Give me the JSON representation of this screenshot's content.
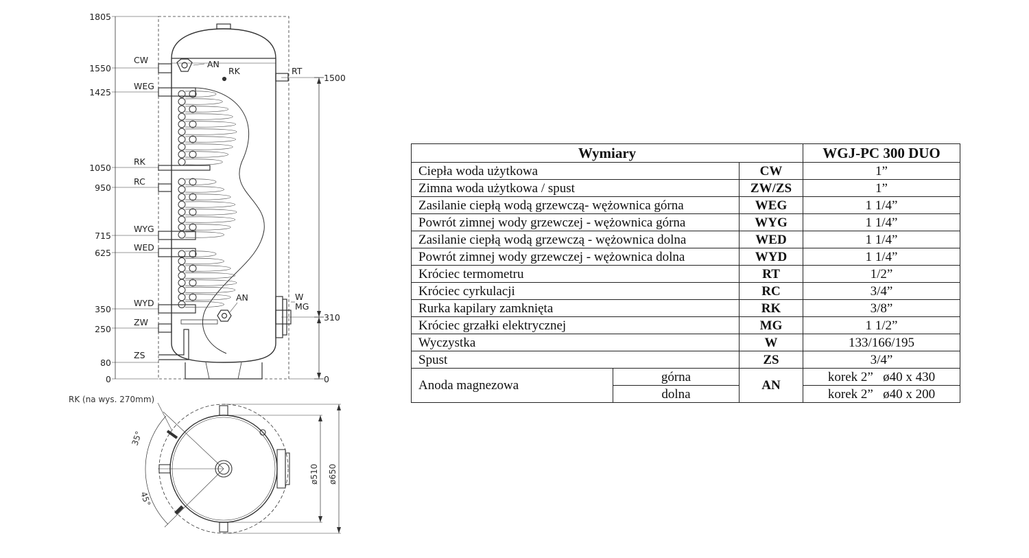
{
  "elevation": {
    "heights": [
      "1805",
      "1550",
      "1425",
      "1050",
      "950",
      "715",
      "625",
      "350",
      "250",
      "80",
      "0"
    ],
    "conn_labels": {
      "cw": "CW",
      "weg": "WEG",
      "rk": "RK",
      "rc": "RC",
      "wyg": "WYG",
      "wed": "WED",
      "wyd": "WYD",
      "zw": "ZW",
      "zs": "ZS"
    },
    "an_top": "AN",
    "rk_top": "RK",
    "rt": "RT",
    "an_bottom": "AN",
    "w": "W",
    "mg": "MG",
    "dim_right": [
      "1500",
      "310",
      "0"
    ]
  },
  "plan": {
    "rk_note": "RK (na wys. 270mm)",
    "angle_top": "35°",
    "angle_bottom": "45°",
    "dia_inner": "ø510",
    "dia_outer": "ø650"
  },
  "table": {
    "header_left": "Wymiary",
    "header_right": "WGJ-PC 300 DUO",
    "rows": [
      {
        "name": "Ciepła woda użytkowa",
        "code": "CW",
        "value": "1”"
      },
      {
        "name": "Zimna woda użytkowa / spust",
        "code": "ZW/ZS",
        "value": "1”"
      },
      {
        "name": "Zasilanie ciepłą wodą grzewczą- wężownica górna",
        "code": "WEG",
        "value": "1 1/4”"
      },
      {
        "name": "Powrót zimnej wody grzewczej - wężownica górna",
        "code": "WYG",
        "value": "1 1/4”"
      },
      {
        "name": "Zasilanie ciepłą wodą grzewczą - wężownica dolna",
        "code": "WED",
        "value": "1 1/4”"
      },
      {
        "name": "Powrót zimnej wody grzewczej - wężownica dolna",
        "code": "WYD",
        "value": "1 1/4”"
      },
      {
        "name": "Króciec termometru",
        "code": "RT",
        "value": "1/2”"
      },
      {
        "name": "Króciec cyrkulacji",
        "code": "RC",
        "value": "3/4”"
      },
      {
        "name": "Rurka kapilary zamknięta",
        "code": "RK",
        "value": "3/8”"
      },
      {
        "name": "Króciec grzałki elektrycznej",
        "code": "MG",
        "value": "1 1/2”"
      },
      {
        "name": "Wyczystka",
        "code": "W",
        "value": "133/166/195"
      },
      {
        "name": "Spust",
        "code": "ZS",
        "value": "3/4”"
      }
    ],
    "anode": {
      "name": "Anoda magnezowa",
      "code": "AN",
      "upper": {
        "label": "górna",
        "value": "korek 2”   ø40 x 430"
      },
      "lower": {
        "label": "dolna",
        "value": "korek 2”   ø40 x 200"
      }
    }
  }
}
